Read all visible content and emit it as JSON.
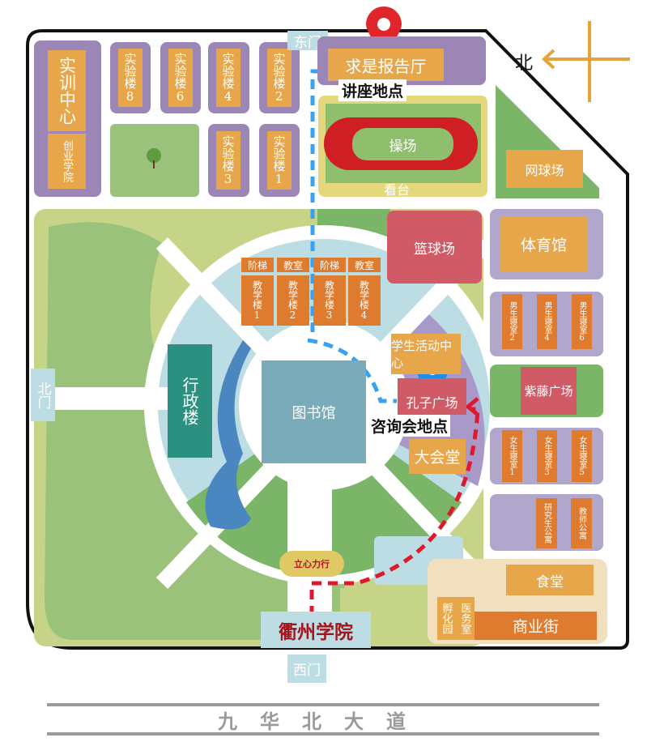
{
  "compass": {
    "north_label": "北",
    "color": "#e6a33a"
  },
  "gates": {
    "east": "东门",
    "north": "北门",
    "west": "西门"
  },
  "markers": {
    "lecture_venue": "讲座地点",
    "consultation_venue": "咨询会地点",
    "lecture_pin_color": "#e0262b",
    "consultation_pin_color": "#1a8fe8"
  },
  "routes": {
    "east_route_color": "#3aa0f0",
    "west_route_color": "#e0182b"
  },
  "buildings": {
    "training_center": "实训中心",
    "entrepreneurship": "创业学院",
    "labs": [
      "实验楼8",
      "实验楼6",
      "实验楼4",
      "实验楼2",
      "实验楼3",
      "实验楼1"
    ],
    "report_hall": "求是报告厅",
    "playground": "操场",
    "stands": "看台",
    "tennis": "网球场",
    "basketball": "篮球场",
    "gym": "体育馆",
    "lecture_rooms": [
      "阶梯",
      "教室",
      "阶梯",
      "教室"
    ],
    "teaching": [
      "教学楼1",
      "教学楼2",
      "教学楼3",
      "教学楼4"
    ],
    "admin": "行政楼",
    "library": "图书馆",
    "student_center": "学生活动中心",
    "confucius_square": "孔子广场",
    "auditorium": "大会堂",
    "male_dorms": [
      "男生寝室2",
      "男生寝室4",
      "男生寝室6"
    ],
    "wisteria_square": "紫藤广场",
    "female_dorms": [
      "女生寝室1",
      "女生寝室3",
      "女生寝室5"
    ],
    "grad_apartment": "研究生公寓",
    "teacher_apartment": "教师公寓",
    "canteen": "食堂",
    "incubator": "孵化园",
    "clinic": "医务室",
    "commercial_street": "商业街",
    "motto": "立心力行",
    "school_name": "衢州学院"
  },
  "road": "九华北大道"
}
